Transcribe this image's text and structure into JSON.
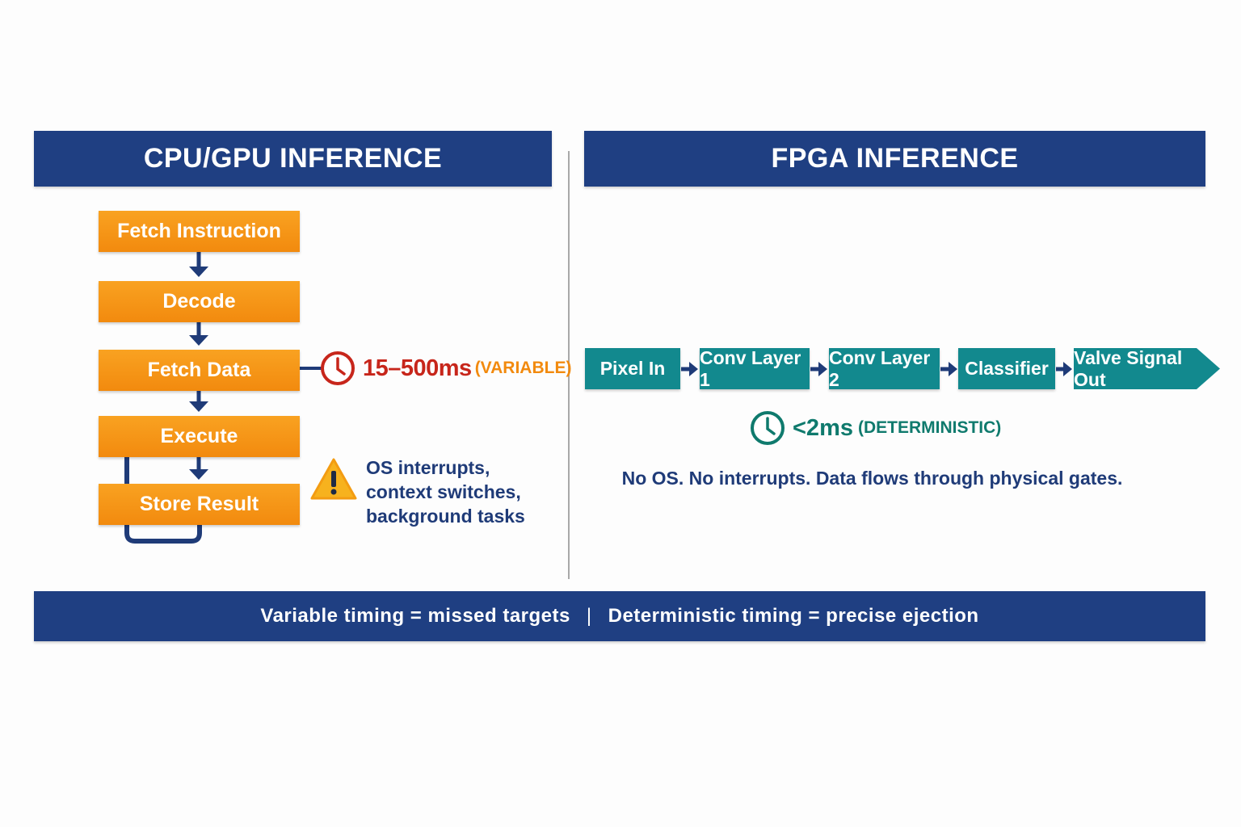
{
  "left_panel": {
    "title": "CPU/GPU INFERENCE",
    "steps": [
      "Fetch Instruction",
      "Decode",
      "Fetch Data",
      "Execute",
      "Store Result"
    ],
    "latency": {
      "value": "15–500ms",
      "note": "(VARIABLE)",
      "icon": "clock-icon",
      "color": "#c7261b"
    },
    "warning": {
      "icon": "warning-icon",
      "lines": [
        "OS interrupts,",
        "context switches,",
        "background tasks"
      ]
    }
  },
  "right_panel": {
    "title": "FPGA INFERENCE",
    "stages": [
      "Pixel In",
      "Conv Layer 1",
      "Conv Layer 2",
      "Classifier",
      "Valve Signal Out"
    ],
    "latency": {
      "value": "<2ms",
      "note": "(DETERMINISTIC)",
      "icon": "clock-icon",
      "color": "#0f7a6d"
    },
    "description": "No OS. No interrupts. Data flows through physical gates."
  },
  "footer": {
    "left": "Variable timing = missed targets",
    "separator": "|",
    "right": "Deterministic timing = precise ejection"
  },
  "colors": {
    "navy": "#1f3f82",
    "orange": "#f7941d",
    "teal": "#12898e",
    "red": "#c7261b",
    "green": "#0f7a6d"
  }
}
